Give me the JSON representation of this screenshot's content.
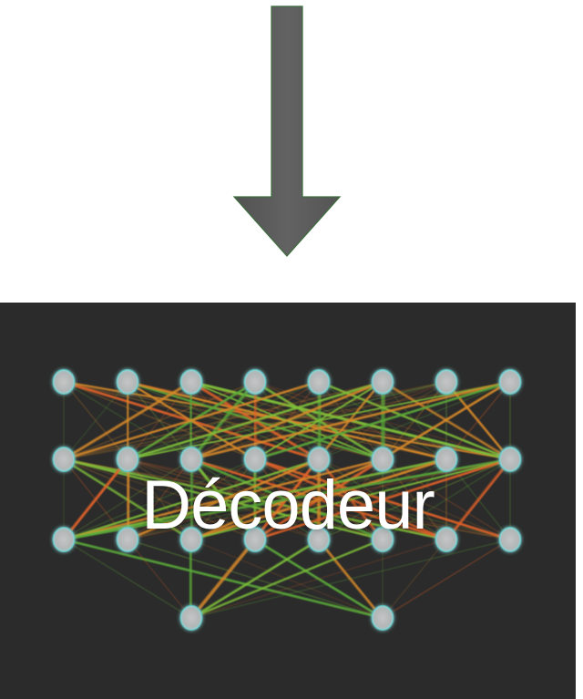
{
  "arrow": {
    "icon": "down-arrow-icon",
    "fill": "#5a5a5a",
    "stroke": "#3c6e3c"
  },
  "panel": {
    "label": "Décodeur",
    "background": "#2b2b2b",
    "node_color": "#b9bcbd",
    "node_glow": "#4fc4c4",
    "edge_colors": [
      "#e0622a",
      "#d98a2a",
      "#7fc03a",
      "#5aa83a"
    ],
    "layers": [
      8,
      8,
      8,
      2
    ]
  }
}
